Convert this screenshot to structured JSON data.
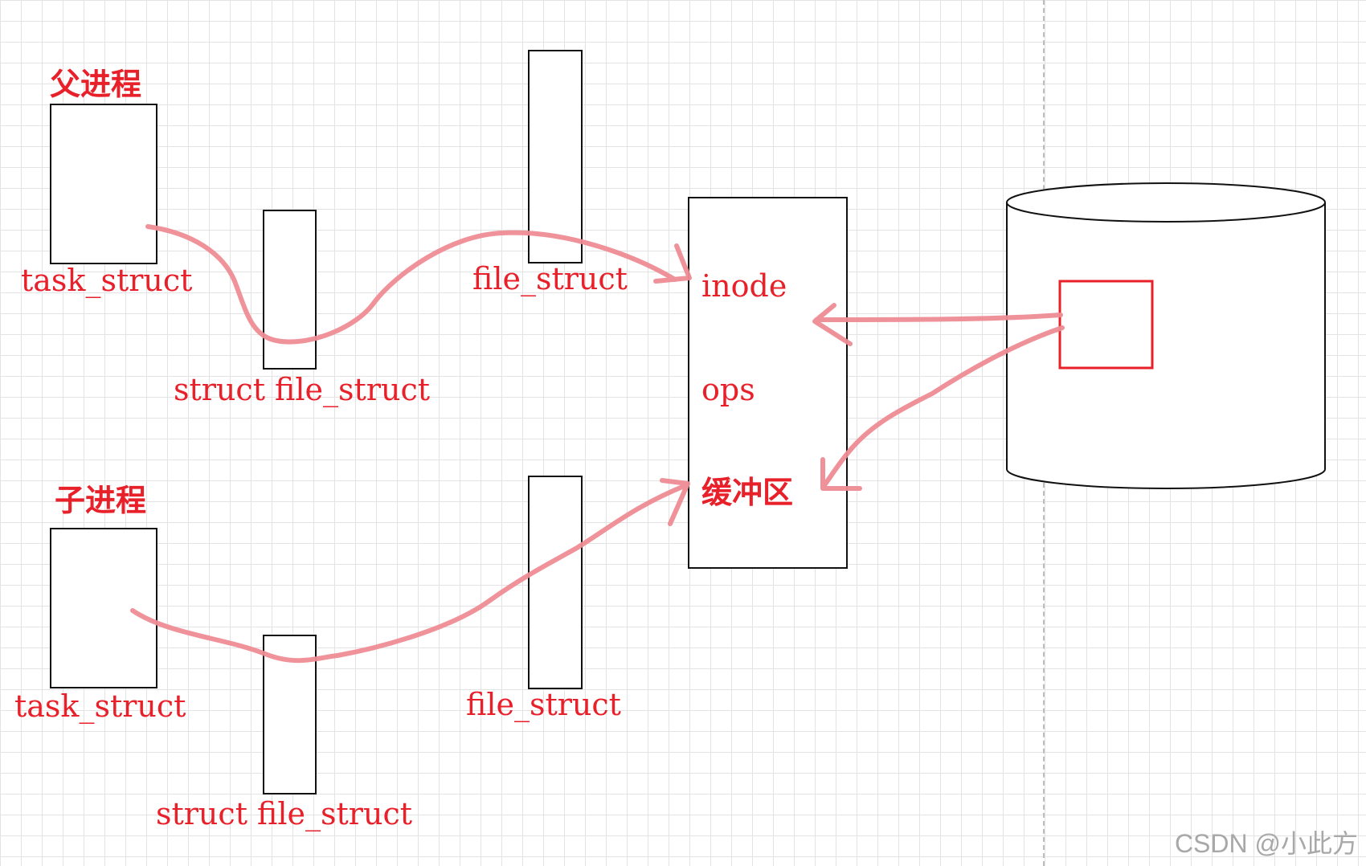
{
  "labels": {
    "parent_process": "父进程",
    "child_process": "子进程",
    "parent_task_struct": "task_struct",
    "child_task_struct": "task_struct",
    "parent_files_struct": "struct file_struct",
    "child_files_struct": "struct file_struct",
    "parent_file_struct": "file_struct",
    "child_file_struct": "file_struct",
    "inode": "inode",
    "ops": "ops",
    "buffer": "缓冲区"
  },
  "watermark": "CSDN @小此方",
  "colors": {
    "label": "#e8202a",
    "arrow": "#ef8c93",
    "disk_block": "#e8202a",
    "outline": "#111111"
  }
}
